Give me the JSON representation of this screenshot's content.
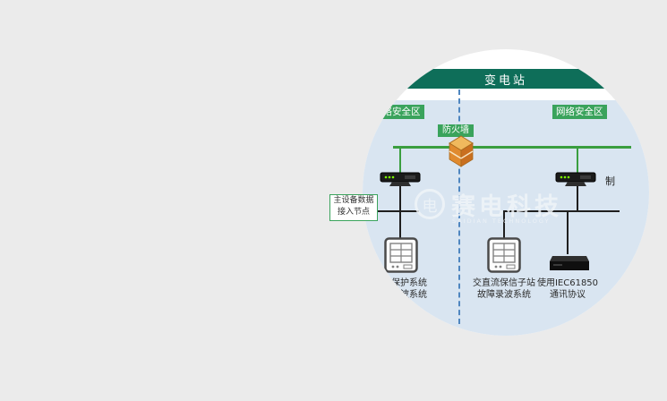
{
  "diagram": {
    "banner_label": "变电站",
    "zone_left_label": "网络安全区",
    "zone_right_label": "网络安全区",
    "firewall_label": "防火墙",
    "edge_label": "制",
    "node_box_line1": "主设备数据",
    "node_box_line2": "接入节点",
    "label_left_line1": "继电保护系统",
    "label_left_line2": "故障录波系统",
    "label_middle_line1": "交直流保信子站",
    "label_middle_line2": "故障录波系统",
    "label_right_line1": "使用IEC61850",
    "label_right_line2": "通讯协议",
    "colors": {
      "banner_green": "#0e6e59",
      "zone_green": "#3aa35c",
      "network_line_green": "#3a9e3f",
      "dashed_divider_blue": "#4f86c0",
      "diagram_background": "#d9e5f1",
      "page_background": "#ebebeb",
      "firewall_orange": "#e08a2e"
    }
  },
  "watermark": {
    "logo_char": "电",
    "text": "赛电科技",
    "subtext": "SAIDIAN TECHNOLOGY"
  }
}
